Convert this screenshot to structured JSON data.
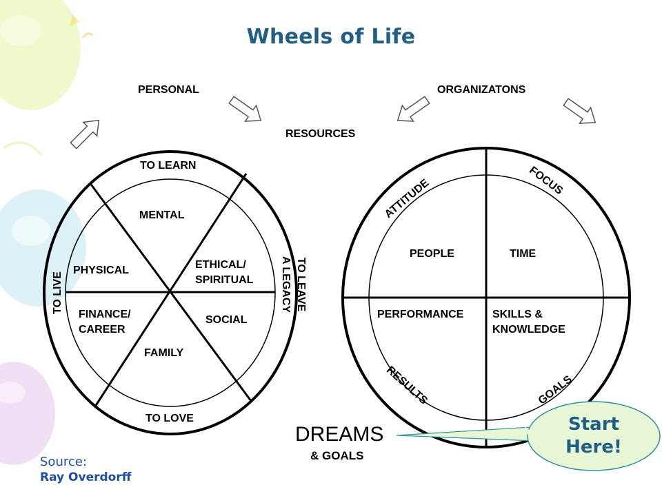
{
  "title": "Wheels of Life",
  "top_labels": {
    "personal": "PERSONAL",
    "organizations": "ORGANIZATONS",
    "resources": "RESOURCES"
  },
  "left_wheel": {
    "outer": {
      "top": "TO LEARN",
      "bottom": "TO LOVE",
      "left": "TO LIVE",
      "right_line1": "TO LEAVE",
      "right_line2": "A LEGACY"
    },
    "segments": {
      "mental": "MENTAL",
      "physical": "PHYSICAL",
      "ethical_line1": "ETHICAL/",
      "ethical_line2": "SPIRITUAL",
      "finance_line1": "FINANCE/",
      "finance_line2": "CAREER",
      "social": "SOCIAL",
      "family": "FAMILY"
    }
  },
  "right_wheel": {
    "outer": {
      "attitude": "ATTITUDE",
      "focus": "FOCUS",
      "results": "RESULTS",
      "goals": "GOALS"
    },
    "quadrants": {
      "people": "PEOPLE",
      "time": "TIME",
      "performance": "PERFORMANCE",
      "skills_line1": "SKILLS &",
      "skills_line2": "KNOWLEDGE"
    }
  },
  "footer": {
    "dreams": "DREAMS",
    "goals": "& GOALS",
    "source_label": "Source:",
    "source_name": "Ray Overdorff"
  },
  "callout": {
    "line1": "Start",
    "line2": "Here!"
  },
  "colors": {
    "title": "#1f5f86",
    "source": "#1f4fa0",
    "bubble_fill": "#e7f6d4",
    "bubble_stroke": "#2f8fa0"
  },
  "decoration": "pastel balloons"
}
